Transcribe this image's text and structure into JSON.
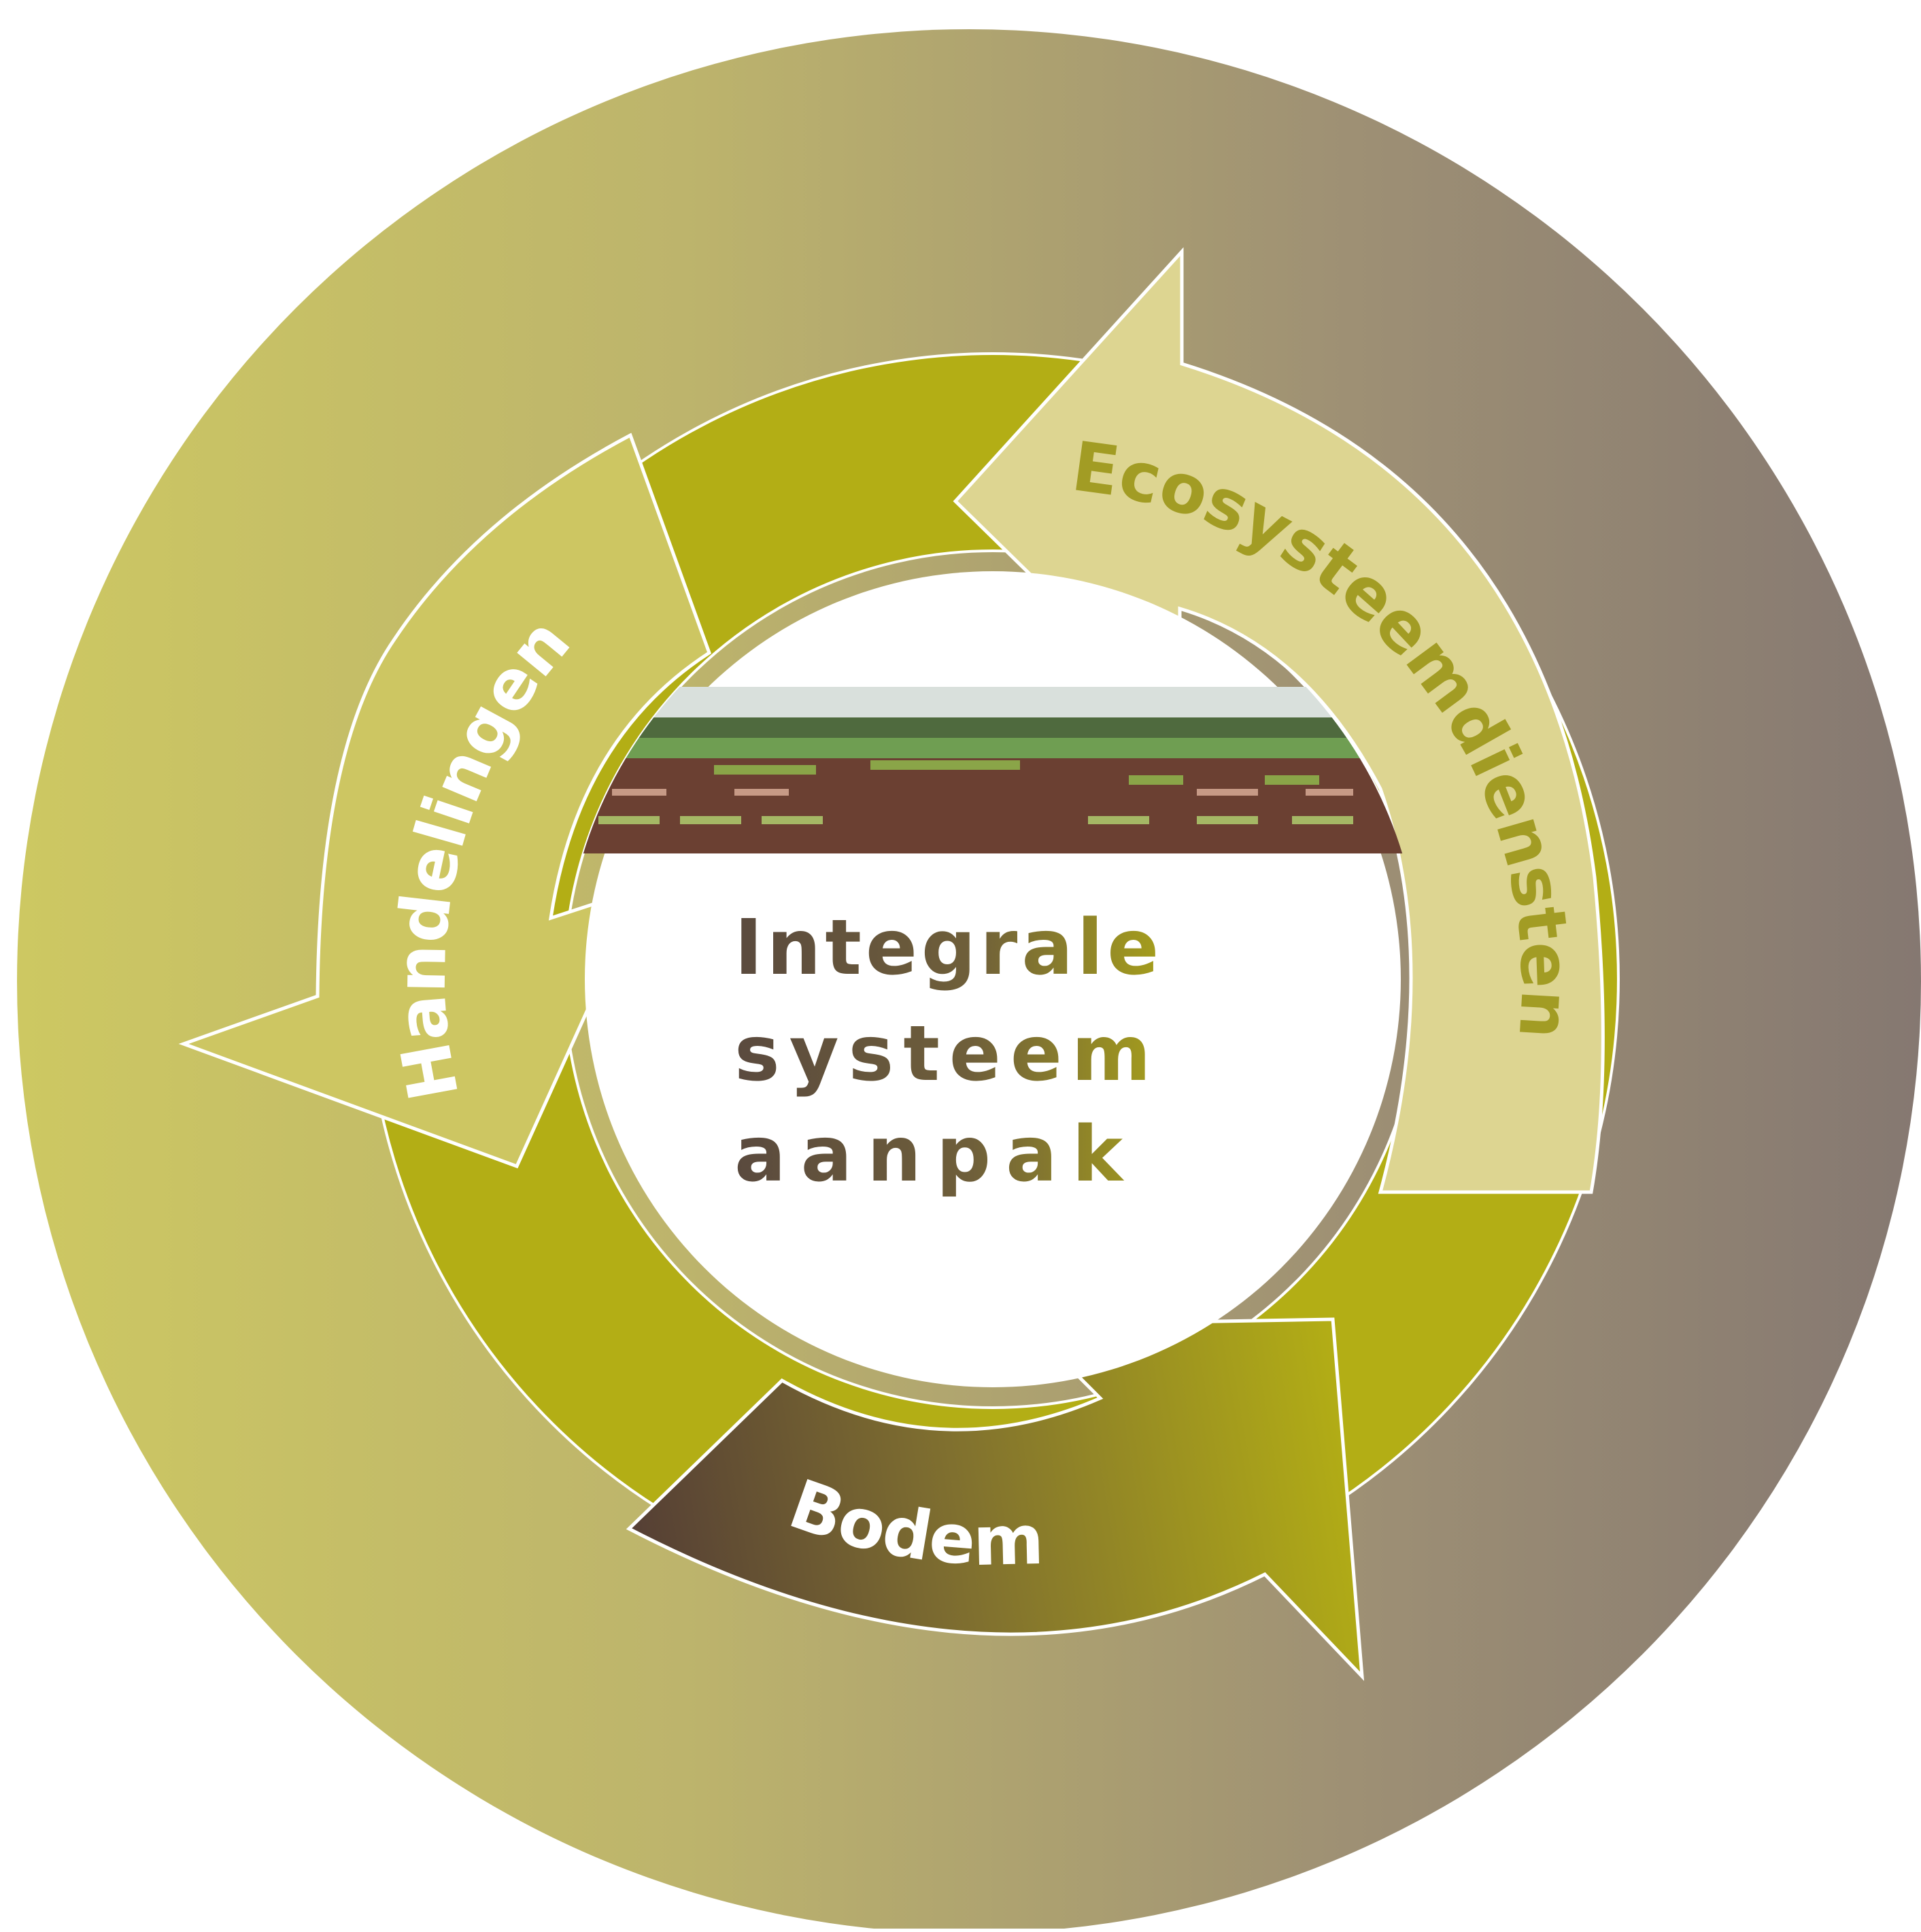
{
  "diagram": {
    "labels": {
      "handelingen": "Handelingen",
      "ecosysteemdiensten": "Ecosysteemdiensten",
      "bodem": "Bodem"
    },
    "center_title": {
      "line1": "Integrale",
      "line2": "systeem",
      "line3": "aanpak"
    },
    "photo_description_icon": "field-trial-photo",
    "colors": {
      "outer_ring_left": "#cdc862",
      "outer_ring_right": "#857871",
      "inner_ring": "#b3ae15",
      "ecosysteem_arrow": "#ddd591",
      "handelingen_arrow": "#cdc662",
      "bodem_dark": "#553f35",
      "bodem_light": "#b3ae15",
      "title_dark": "#5a4a3e",
      "title_green": "#b3ae15"
    }
  }
}
